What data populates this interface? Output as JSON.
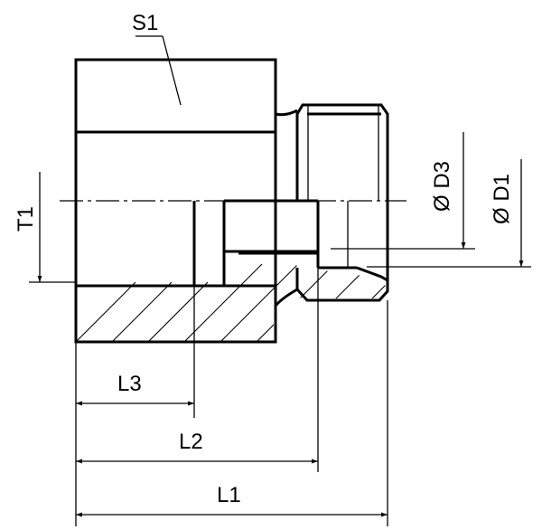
{
  "labels": {
    "s1": "S1",
    "t1": "T1",
    "d3": "Ø D3",
    "d1": "Ø D1",
    "l3": "L3",
    "l2": "L2",
    "l1": "L1"
  },
  "colors": {
    "line": "#000000",
    "background": "#ffffff"
  }
}
